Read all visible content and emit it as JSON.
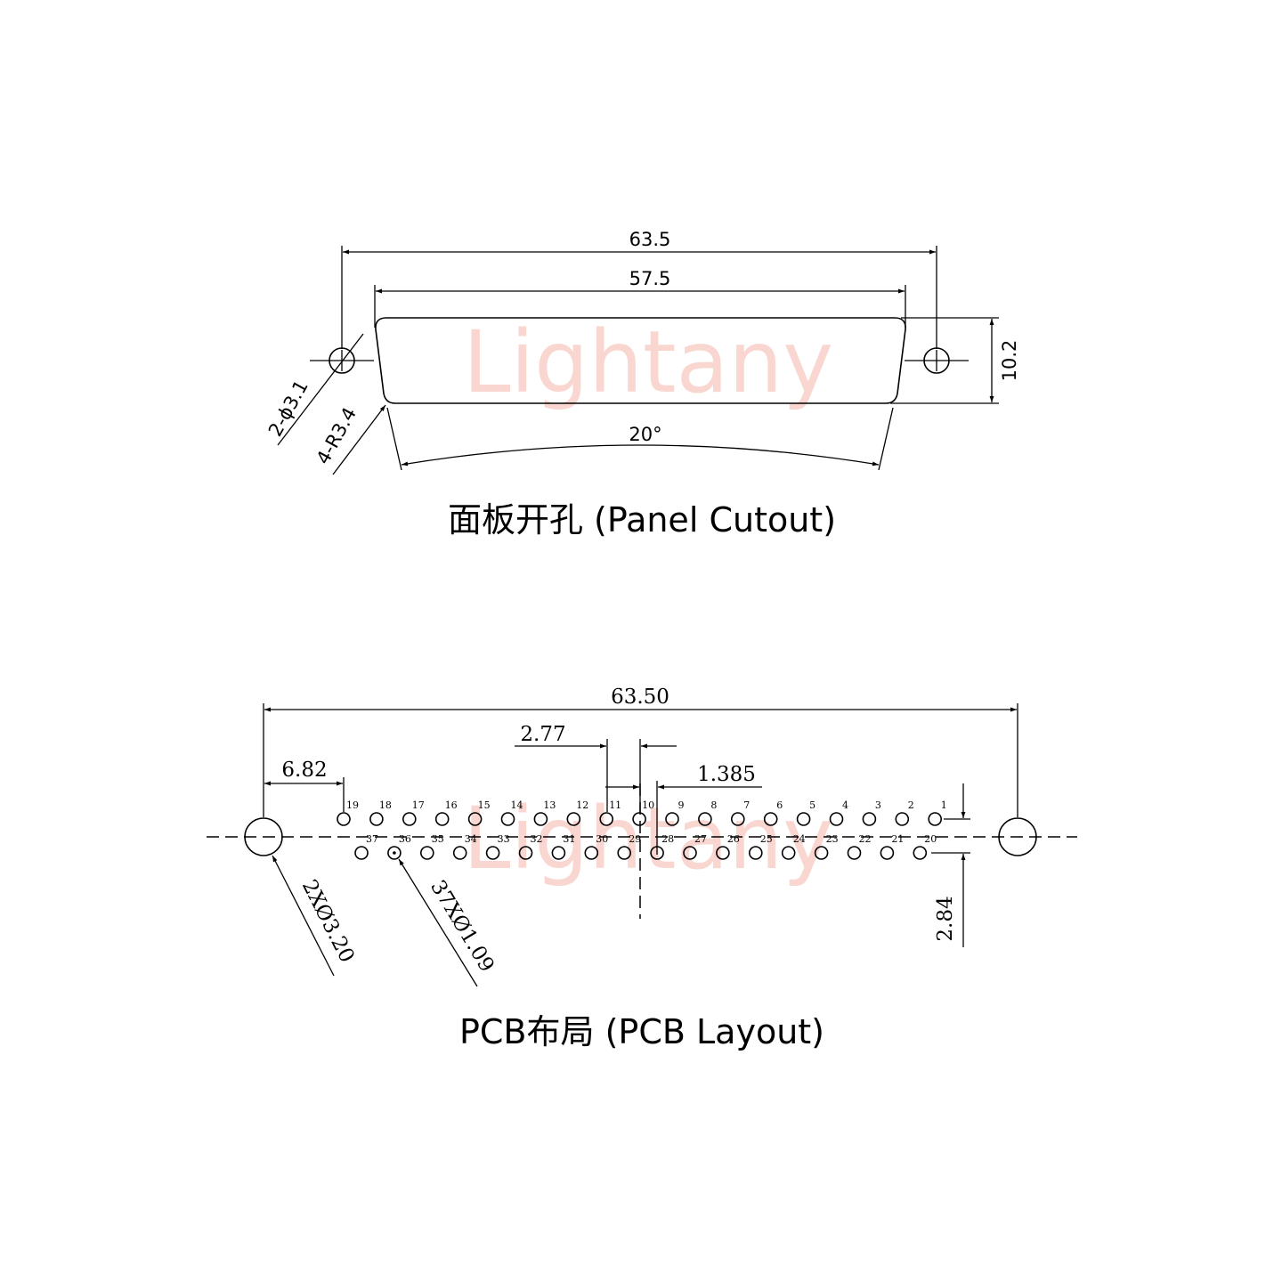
{
  "watermark": "Lightany",
  "panel_cutout": {
    "title": "面板开孔 (Panel Cutout)",
    "dim_overall_width": "63.5",
    "dim_opening_width": "57.5",
    "dim_height": "10.2",
    "dim_angle": "20°",
    "dim_hole_diameter": "2-ϕ3.1",
    "dim_corner_radius": "4-R3.4"
  },
  "pcb_layout": {
    "title": "PCB布局 (PCB Layout)",
    "dim_overall": "63.50",
    "dim_first_pin_offset": "6.82",
    "dim_pitch": "2.77",
    "dim_half_pitch": "1.385",
    "dim_row_spacing": "2.84",
    "dim_mount_holes": "2XØ3.20",
    "dim_pin_holes": "37XØ1.09",
    "top_row_pins": [
      "19",
      "18",
      "17",
      "16",
      "15",
      "14",
      "13",
      "12",
      "11",
      "10",
      "9",
      "8",
      "7",
      "6",
      "5",
      "4",
      "3",
      "2",
      "1"
    ],
    "bottom_row_pins": [
      "37",
      "36",
      "35",
      "34",
      "33",
      "32",
      "31",
      "30",
      "29",
      "28",
      "27",
      "26",
      "25",
      "24",
      "23",
      "22",
      "21",
      "20"
    ]
  },
  "colors": {
    "line": "#000000",
    "watermark": "#f6b6ac",
    "background": "#ffffff"
  }
}
